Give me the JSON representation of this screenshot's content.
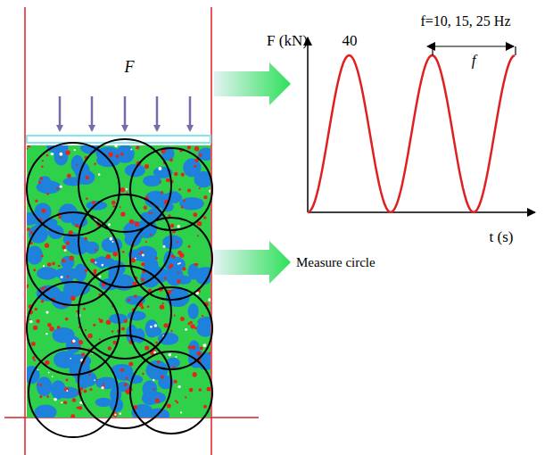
{
  "diagram": {
    "labels": [
      "F",
      "F (kN)",
      "f=10, 15, 25 Hz",
      "40",
      "f",
      "t (s)",
      "Measure circle"
    ]
  }
}
